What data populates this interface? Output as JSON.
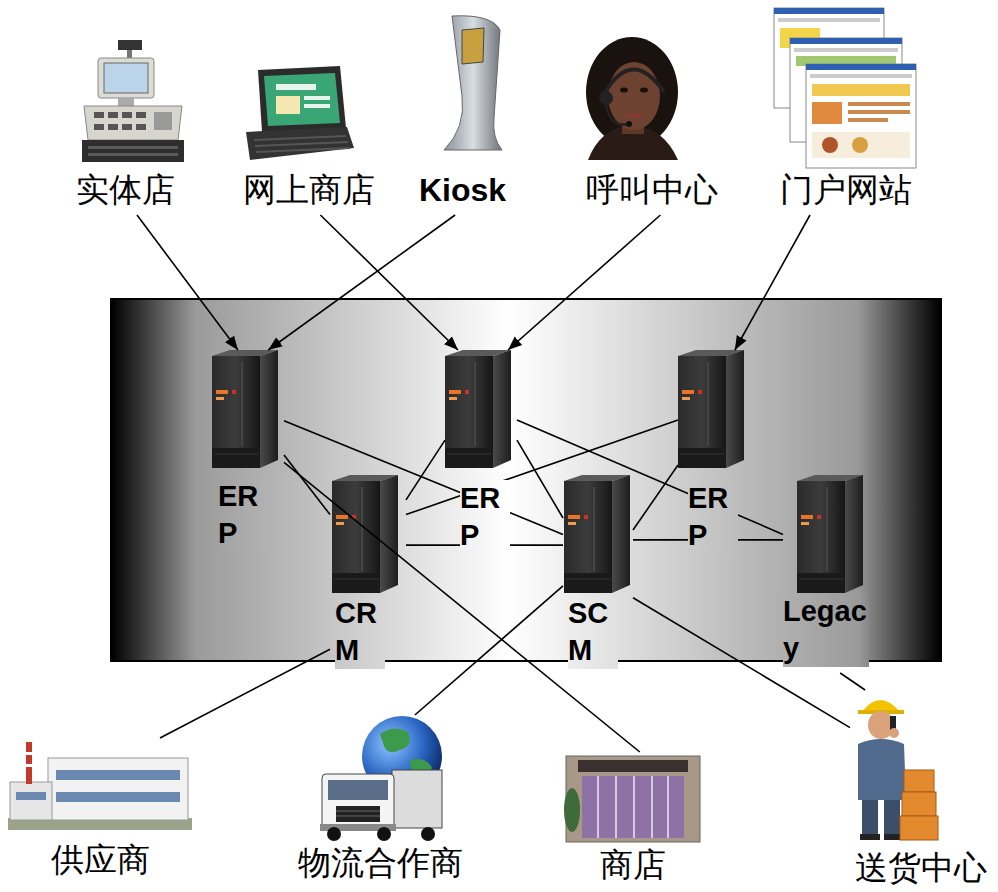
{
  "diagram": {
    "nodes": [
      {
        "text": [
          "实体店"
        ]
      },
      {
        "text": [
          "网上商店"
        ]
      },
      {
        "text": [
          "Kiosk"
        ]
      },
      {
        "text": [
          "呼叫中心"
        ]
      },
      {
        "text": [
          "门户网站"
        ]
      },
      {
        "text": [
          "ERP"
        ]
      },
      {
        "text": [
          "ERP"
        ]
      },
      {
        "text": [
          "ERP"
        ]
      },
      {
        "text": [
          "CRM"
        ]
      },
      {
        "text": [
          "SCM"
        ]
      },
      {
        "text": [
          "Legacy"
        ]
      },
      {
        "text": [
          "供应商"
        ]
      },
      {
        "text": [
          "物流合作商"
        ]
      },
      {
        "text": [
          "商店"
        ]
      },
      {
        "text": [
          "送货中心"
        ]
      }
    ],
    "edges": [
      {
        "from": 0,
        "to": 5,
        "arrow": "to"
      },
      {
        "from": 1,
        "to": 6,
        "arrow": "to"
      },
      {
        "from": 2,
        "to": 5,
        "arrow": "to"
      },
      {
        "from": 3,
        "to": 6,
        "arrow": "to"
      },
      {
        "from": 4,
        "to": 7,
        "arrow": "to"
      },
      {
        "from": 5,
        "to": 9,
        "arrow": "none"
      },
      {
        "from": 5,
        "to": 8,
        "arrow": "none"
      },
      {
        "from": 5,
        "to": 13,
        "arrow": "none"
      },
      {
        "from": 8,
        "to": 6,
        "arrow": "none"
      },
      {
        "from": 8,
        "to": 7,
        "arrow": "none"
      },
      {
        "from": 8,
        "to": 9,
        "arrow": "none"
      },
      {
        "from": 6,
        "to": 9,
        "arrow": "none"
      },
      {
        "from": 6,
        "to": 10,
        "arrow": "none"
      },
      {
        "from": 7,
        "to": 9,
        "arrow": "none"
      },
      {
        "from": 9,
        "to": 10,
        "arrow": "none"
      },
      {
        "from": 11,
        "to": 8,
        "arrow": "none"
      },
      {
        "from": 12,
        "to": 9,
        "arrow": "none"
      },
      {
        "from": 9,
        "to": 14,
        "arrow": "none"
      },
      {
        "from": 10,
        "to": 14,
        "arrow": "none"
      }
    ]
  }
}
